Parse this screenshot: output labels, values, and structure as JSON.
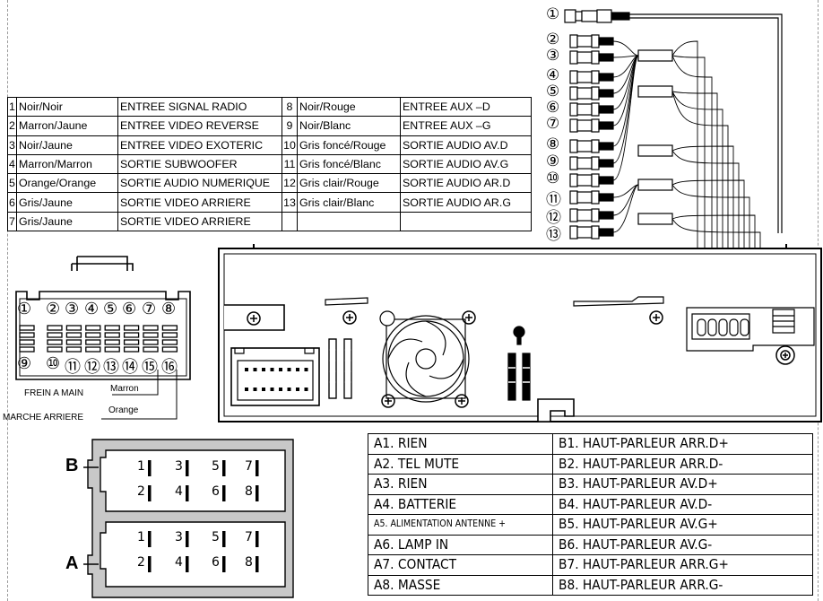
{
  "pin_table": {
    "rows": [
      {
        "n1": "1",
        "c1": "Noir/Noir",
        "f1": "ENTREE SIGNAL RADIO",
        "n2": "8",
        "c2": "Noir/Rouge",
        "f2": "ENTREE AUX –D"
      },
      {
        "n1": "2",
        "c1": "Marron/Jaune",
        "f1": "ENTREE VIDEO REVERSE",
        "n2": "9",
        "c2": "Noir/Blanc",
        "f2": "ENTREE AUX –G"
      },
      {
        "n1": "3",
        "c1": "Noir/Jaune",
        "f1": "ENTREE VIDEO EXOTERIC",
        "n2": "10",
        "c2": "Gris foncé/Rouge",
        "f2": "SORTIE AUDIO AV.D"
      },
      {
        "n1": "4",
        "c1": "Marron/Marron",
        "f1": "SORTIE SUBWOOFER",
        "n2": "11",
        "c2": "Gris foncé/Blanc",
        "f2": "SORTIE AUDIO AV.G"
      },
      {
        "n1": "5",
        "c1": "Orange/Orange",
        "f1": "SORTIE AUDIO NUMERIQUE",
        "n2": "12",
        "c2": "Gris clair/Rouge",
        "f2": "SORTIE AUDIO AR.D"
      },
      {
        "n1": "6",
        "c1": "Gris/Jaune",
        "f1": "SORTIE VIDEO ARRIERE",
        "n2": "13",
        "c2": "Gris clair/Blanc",
        "f2": "SORTIE AUDIO AR.G"
      },
      {
        "n1": "7",
        "c1": "Gris/Jaune",
        "f1": "SORTIE VIDEO ARRIERE",
        "n2": "",
        "c2": "",
        "f2": ""
      }
    ]
  },
  "connector16": {
    "top_pins": [
      "①",
      "②",
      "③",
      "④",
      "⑤",
      "⑥",
      "⑦",
      "⑧"
    ],
    "bottom_pins": [
      "⑨",
      "⑩",
      "⑪",
      "⑫",
      "⑬",
      "⑭",
      "⑮",
      "⑯"
    ],
    "frein_label": "FREIN A MAIN",
    "frein_color": "Marron",
    "marche_label": "MARCHE ARRIERE",
    "marche_color": "Orange"
  },
  "rca_numbers": [
    "①",
    "②",
    "③",
    "④",
    "⑤",
    "⑥",
    "⑦",
    "⑧",
    "⑨",
    "⑩",
    "⑪",
    "⑫",
    "⑬"
  ],
  "iso_connector": {
    "label_b": "B",
    "label_a": "A",
    "pins_top": [
      "1",
      "3",
      "5",
      "7"
    ],
    "pins_bottom": [
      "2",
      "4",
      "6",
      "8"
    ]
  },
  "iso_table": {
    "rows": [
      {
        "a": "A1. RIEN",
        "b": "B1. HAUT-PARLEUR ARR.D+"
      },
      {
        "a": "A2. TEL MUTE",
        "b": "B2. HAUT-PARLEUR ARR.D-"
      },
      {
        "a": "A3. RIEN",
        "b": "B3. HAUT-PARLEUR AV.D+"
      },
      {
        "a": "A4. BATTERIE",
        "b": "B4. HAUT-PARLEUR AV.D-"
      },
      {
        "a": "A5. ALIMENTATION ANTENNE +",
        "b": "B5. HAUT-PARLEUR AV.G+"
      },
      {
        "a": "A6. LAMP IN",
        "b": "B6. HAUT-PARLEUR AV.G-"
      },
      {
        "a": "A7. CONTACT",
        "b": "B7. HAUT-PARLEUR ARR.G+"
      },
      {
        "a": "A8. MASSE",
        "b": "B8. HAUT-PARLEUR ARR.G-"
      }
    ]
  },
  "colors": {
    "line": "#000000",
    "connector_gray": "#c8c8c8",
    "dash": "#9a9a9a"
  }
}
